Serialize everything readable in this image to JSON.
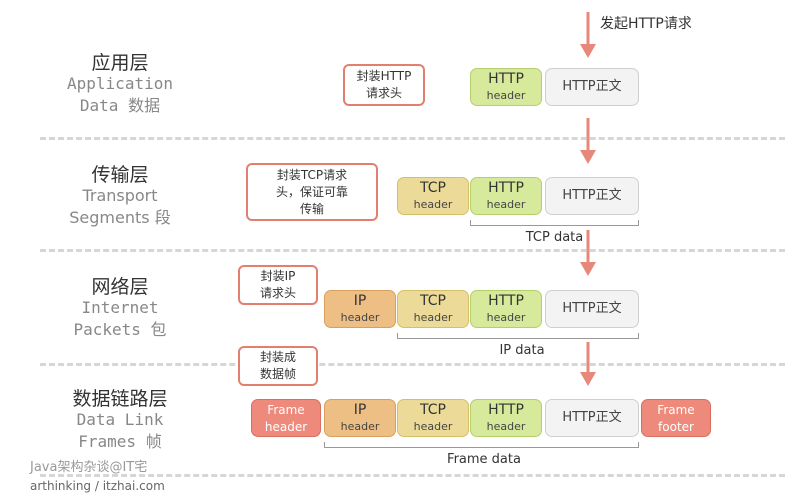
{
  "top_label": "发起HTTP请求",
  "layers": [
    {
      "cn": "应用层",
      "en1": "Application",
      "en2": "Data",
      "en2_cn": "数据"
    },
    {
      "cn": "传输层",
      "en1": "Transport",
      "en2": "Segments",
      "en2_cn": "段"
    },
    {
      "cn": "网络层",
      "en1": "Internet",
      "en2": "Packets",
      "en2_cn": "包"
    },
    {
      "cn": "数据链路层",
      "en1": "Data Link",
      "en2": "Frames",
      "en2_cn": "帧"
    }
  ],
  "boxes": {
    "http_header": {
      "title": "HTTP",
      "sub": "header"
    },
    "http_body": {
      "title": "HTTP正文"
    },
    "tcp_header": {
      "title": "TCP",
      "sub": "header"
    },
    "ip_header": {
      "title": "IP",
      "sub": "header"
    },
    "frame_header": {
      "title": "Frame",
      "sub": "header"
    },
    "frame_footer": {
      "title": "Frame",
      "sub": "footer"
    }
  },
  "callouts": {
    "app": [
      "封装HTTP",
      "请求头"
    ],
    "transport": [
      "封装TCP请求",
      "头，保证可靠",
      "传输"
    ],
    "internet": [
      "封装IP",
      "请求头"
    ],
    "link": [
      "封装成",
      "数据帧"
    ]
  },
  "brackets": {
    "tcp": "TCP data",
    "ip": "IP data",
    "frame": "Frame data"
  },
  "watermark": {
    "line1": "Java架构杂谈@IT宅",
    "line2": "arthinking / itzhai.com"
  },
  "colors": {
    "arrow": "#e8887a",
    "http_header": "#d7ea9b",
    "http_body": "#f3f3f3",
    "tcp_header": "#ecdb98",
    "ip_header": "#eebf84",
    "frame": "#ee8a7c",
    "callout_border": "#e28070"
  }
}
